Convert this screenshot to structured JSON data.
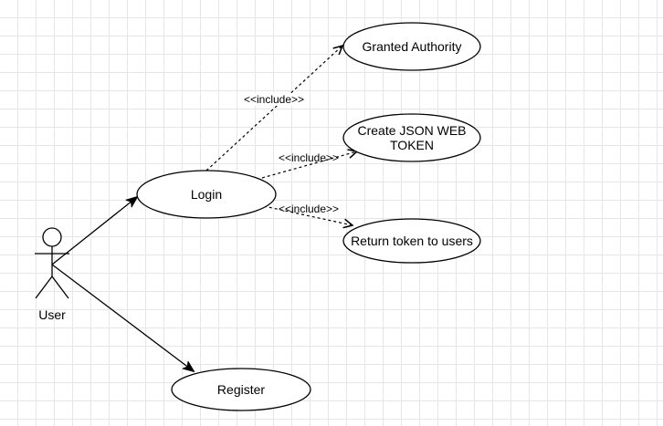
{
  "actor": {
    "label": "User"
  },
  "use_cases": {
    "login": "Login",
    "register": "Register",
    "granted_authority": "Granted Authority",
    "create_jwt_line1": "Create JSON WEB",
    "create_jwt_line2": "TOKEN",
    "return_token": "Return token to users"
  },
  "relations": {
    "include_1": "<<include>>",
    "include_2": "<<include>>",
    "include_3": "<<include>>"
  }
}
